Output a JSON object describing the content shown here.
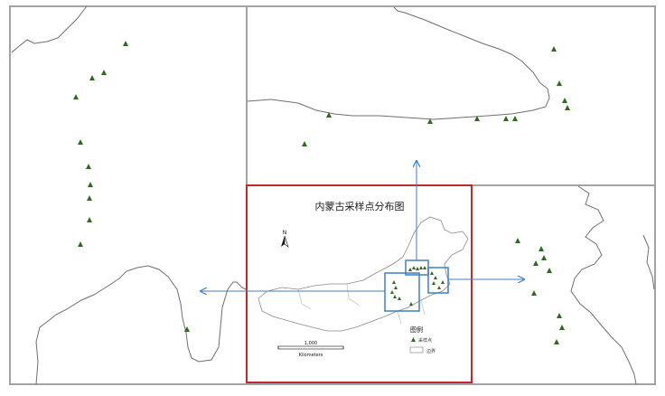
{
  "map": {
    "title": "内蒙古采样点分布图",
    "north_label": "N",
    "scale_value": "1,000",
    "scale_unit": "Kilometers",
    "legend_title": "图例",
    "legend_point_label": "采样点",
    "legend_boundary_label": "边界",
    "colors": {
      "point": "#2e6b1f",
      "frame": "#a3a3a3",
      "main_frame": "#c02a2a",
      "callout": "#3f7fc6",
      "outline": "#6f6f6f"
    },
    "icons": [
      "north-arrow-icon",
      "sample-point-icon",
      "boundary-swatch-icon"
    ]
  }
}
